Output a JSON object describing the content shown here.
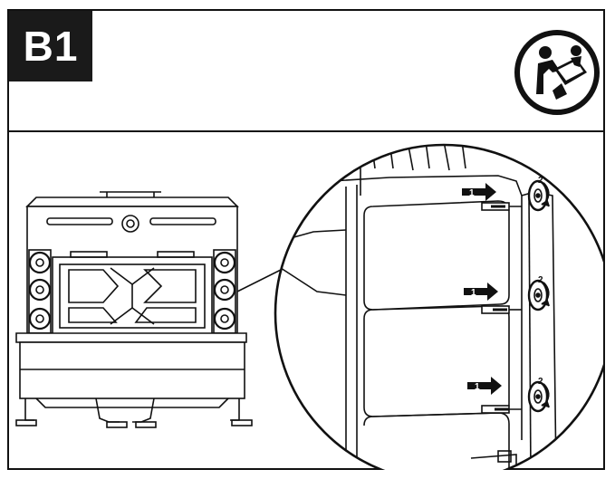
{
  "header": {
    "step_label": "B1",
    "action_icon": "two-person-lift-icon"
  },
  "callouts": {
    "push_label": "1",
    "turn_label": "2"
  },
  "colors": {
    "ink": "#111111",
    "badge_bg": "#1a1a1a",
    "paper": "#ffffff"
  }
}
